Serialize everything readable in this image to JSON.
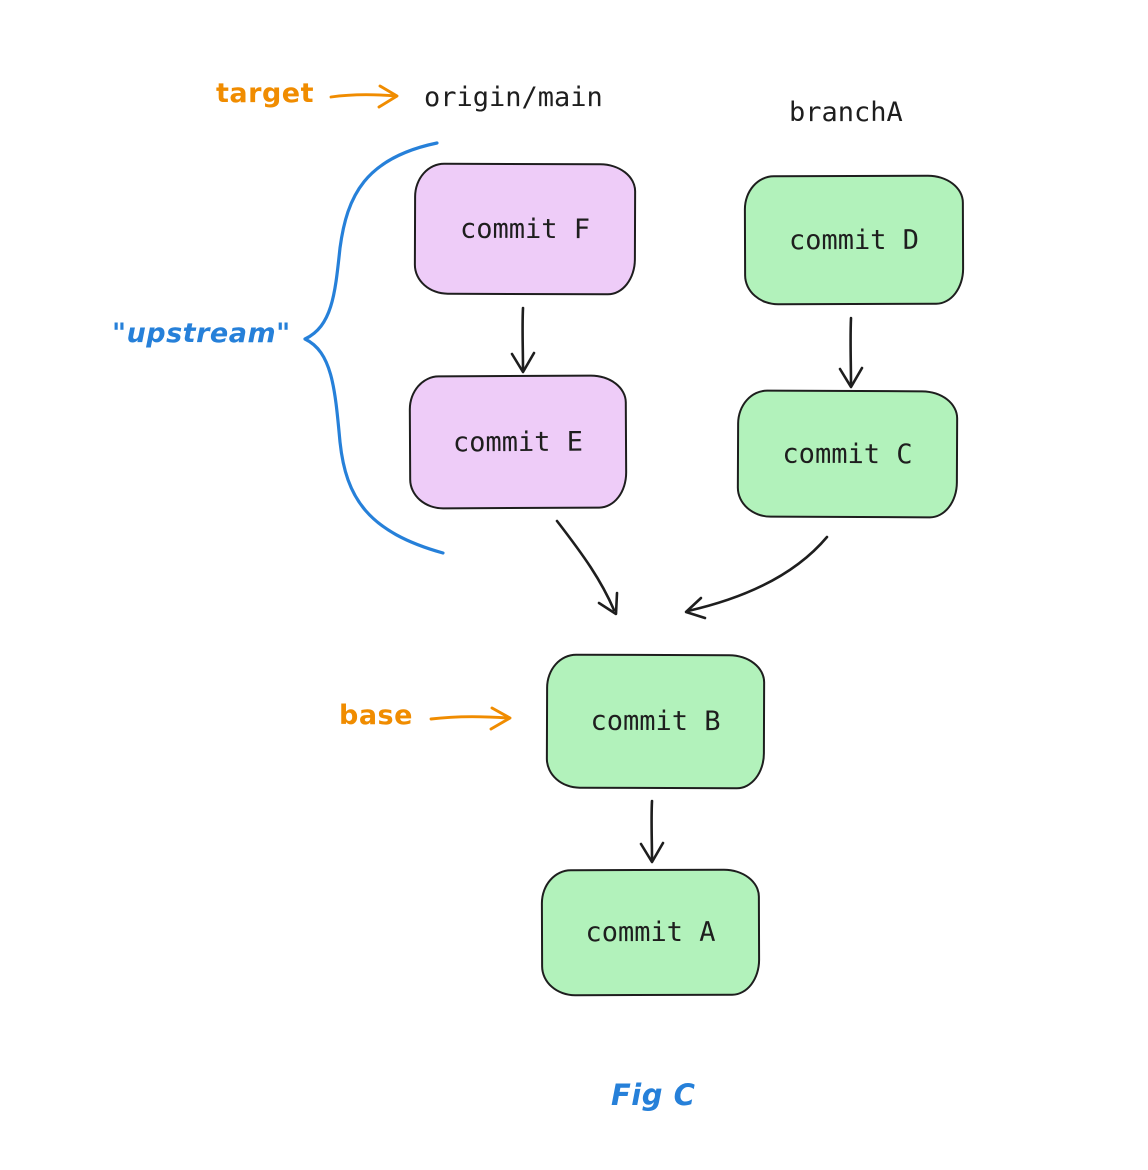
{
  "colors": {
    "ink": "#1e1e1e",
    "purple_fill": "#eeccf8",
    "green_fill": "#b2f2bb",
    "orange": "#f08c00",
    "blue": "#2680d9",
    "background": "#ffffff"
  },
  "labels": {
    "target": "target",
    "origin_main": "origin/main",
    "branch_a": "branchA",
    "upstream": "\"upstream\"",
    "base": "base",
    "fig": "Fig C"
  },
  "nodes": [
    {
      "id": "commit-f",
      "label": "commit F",
      "color": "purple"
    },
    {
      "id": "commit-e",
      "label": "commit E",
      "color": "purple"
    },
    {
      "id": "commit-d",
      "label": "commit D",
      "color": "green"
    },
    {
      "id": "commit-c",
      "label": "commit C",
      "color": "green"
    },
    {
      "id": "commit-b",
      "label": "commit B",
      "color": "green"
    },
    {
      "id": "commit-a",
      "label": "commit A",
      "color": "green"
    }
  ],
  "edges": [
    {
      "from": "target",
      "to": "origin/main",
      "style": "orange-arrow"
    },
    {
      "from": "commit F",
      "to": "commit E",
      "style": "arrow"
    },
    {
      "from": "commit D",
      "to": "commit C",
      "style": "arrow"
    },
    {
      "from": "commit E",
      "to": "commit B",
      "style": "curved-arrow"
    },
    {
      "from": "commit C",
      "to": "commit B",
      "style": "curved-arrow"
    },
    {
      "from": "base",
      "to": "commit B",
      "style": "orange-arrow"
    },
    {
      "from": "commit B",
      "to": "commit A",
      "style": "arrow"
    }
  ],
  "brace": {
    "label": "\"upstream\"",
    "spans": [
      "commit F",
      "commit E"
    ],
    "style": "blue-curly-brace"
  }
}
